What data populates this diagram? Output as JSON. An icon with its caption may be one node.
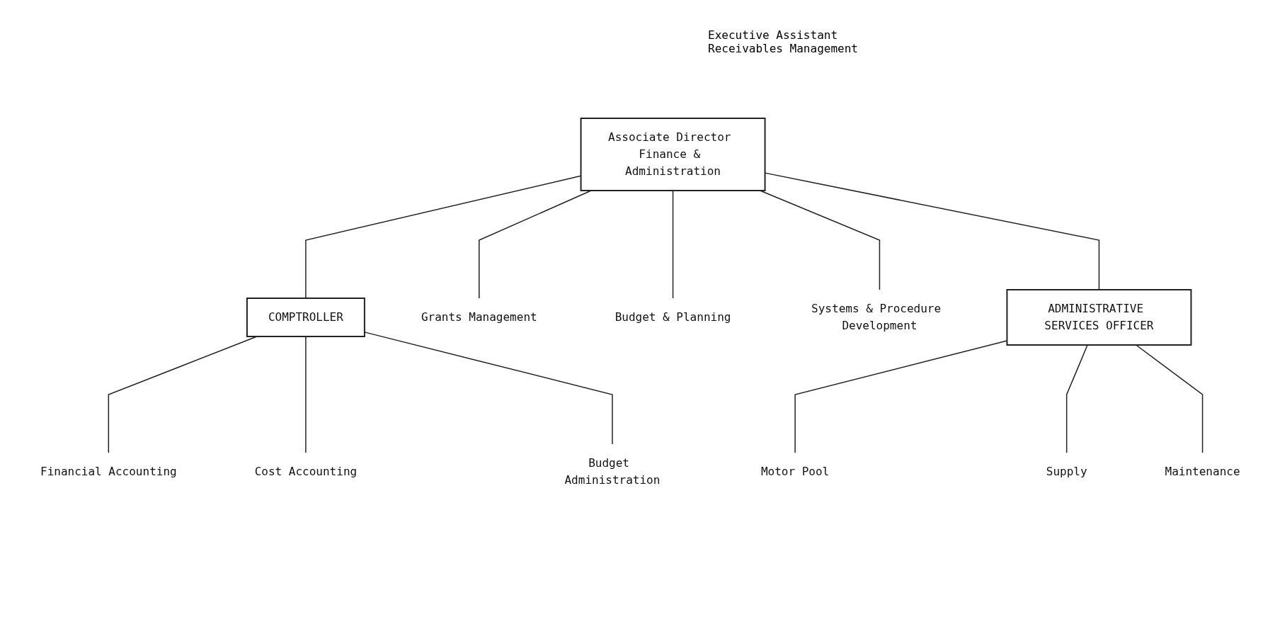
{
  "diagram": {
    "nodes": [
      {
        "text": [
          "Associate Director Finance & Administration"
        ]
      },
      {
        "text": [
          "COMPTROLLER"
        ]
      },
      {
        "text": [
          "Financial Accounting"
        ]
      },
      {
        "text": [
          "Cost Accounting"
        ]
      },
      {
        "text": [
          "Budget Administration"
        ]
      },
      {
        "text": [
          "Grants Management"
        ]
      },
      {
        "text": [
          "Budget & Planning"
        ]
      },
      {
        "text": [
          "Systems & Procedure Development"
        ]
      },
      {
        "text": [
          "ADMINISTRATIVE SERVICES OFFICER"
        ]
      },
      {
        "text": [
          "Motor Pool"
        ]
      },
      {
        "text": [
          "Supply"
        ]
      },
      {
        "text": [
          "Maintenance"
        ]
      }
    ],
    "edges": [
      {
        "from": 0,
        "to": 1,
        "arrow": "none"
      },
      {
        "from": 0,
        "to": 5,
        "arrow": "none"
      },
      {
        "from": 0,
        "to": 6,
        "arrow": "none"
      },
      {
        "from": 0,
        "to": 7,
        "arrow": "none"
      },
      {
        "from": 0,
        "to": 8,
        "arrow": "none"
      },
      {
        "from": 1,
        "to": 2,
        "arrow": "none"
      },
      {
        "from": 1,
        "to": 3,
        "arrow": "none"
      },
      {
        "from": 1,
        "to": 4,
        "arrow": "none"
      },
      {
        "from": 8,
        "to": 9,
        "arrow": "none"
      },
      {
        "from": 8,
        "to": 10,
        "arrow": "none"
      },
      {
        "from": 8,
        "to": 11,
        "arrow": "none"
      }
    ],
    "labels": [
      "Executive Assistant Receivables Management"
    ]
  }
}
